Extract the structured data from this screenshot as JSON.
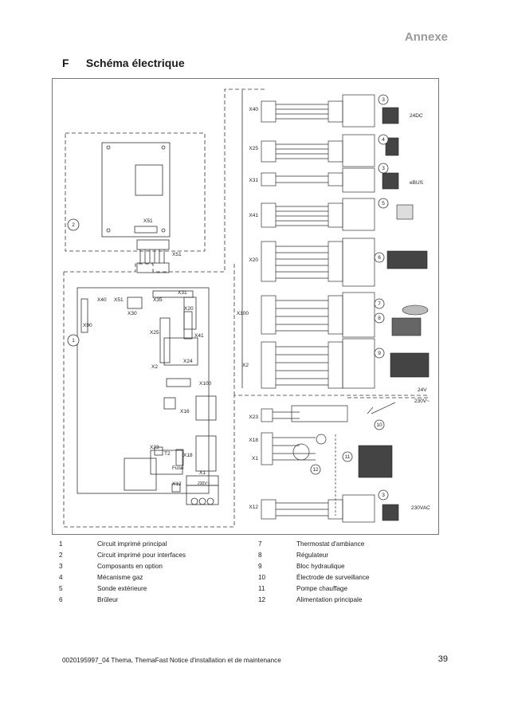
{
  "header": {
    "annexe": "Annexe"
  },
  "section": {
    "letter": "F",
    "title": "Schéma électrique"
  },
  "diagram": {
    "connectors": [
      "X40",
      "X25",
      "X31",
      "X41",
      "X20",
      "X100",
      "X2",
      "X23",
      "X18",
      "X1",
      "X12"
    ],
    "board_labels": [
      "X51",
      "X51",
      "X40",
      "X51",
      "X35",
      "X31",
      "X30",
      "X90",
      "X20",
      "X25",
      "X24",
      "X41",
      "X2",
      "X100",
      "X16",
      "X23",
      "T2",
      "Fuse",
      "X18",
      "X1",
      "X12",
      "230V~"
    ],
    "voltages": {
      "v24dc": "24DC",
      "ebus": "eBUS",
      "v24v": "24V",
      "v230": "230V~",
      "v230vac": "230VAC"
    },
    "callouts": [
      "1",
      "2",
      "3",
      "3",
      "4",
      "5",
      "6",
      "7",
      "8",
      "9",
      "10",
      "11",
      "12",
      "3"
    ]
  },
  "legend": [
    {
      "num": "1",
      "label": "Circuit imprimé principal"
    },
    {
      "num": "2",
      "label": "Circuit imprimé pour interfaces"
    },
    {
      "num": "3",
      "label": "Composants en option"
    },
    {
      "num": "4",
      "label": "Mécanisme gaz"
    },
    {
      "num": "5",
      "label": "Sonde extérieure"
    },
    {
      "num": "6",
      "label": "Brûleur"
    },
    {
      "num": "7",
      "label": "Thermostat d'ambiance"
    },
    {
      "num": "8",
      "label": "Régulateur"
    },
    {
      "num": "9",
      "label": "Bloc hydraulique"
    },
    {
      "num": "10",
      "label": "Électrode de surveillance"
    },
    {
      "num": "11",
      "label": "Pompe chauffage"
    },
    {
      "num": "12",
      "label": "Alimentation principale"
    }
  ],
  "footer": {
    "doc": "0020195997_04 Thema, ThemaFast Notice d'installation et de maintenance",
    "page": "39"
  }
}
